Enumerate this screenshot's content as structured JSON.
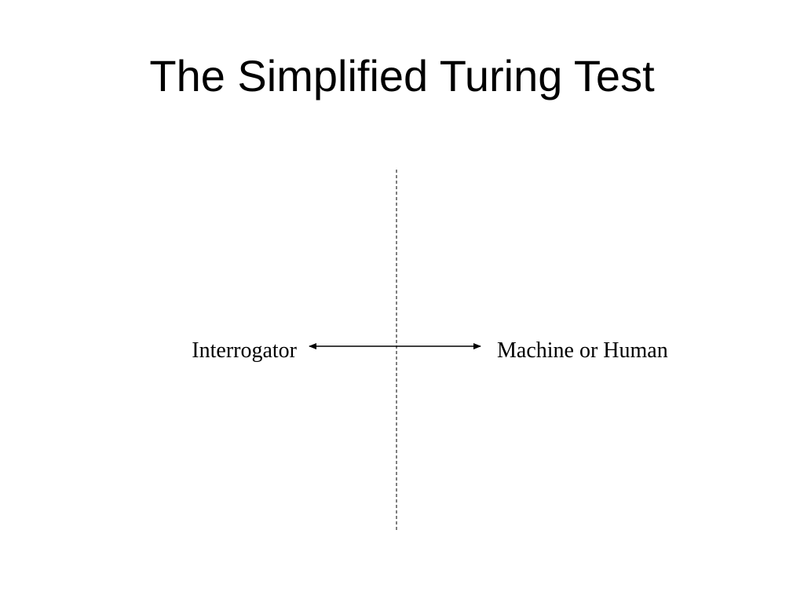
{
  "slide": {
    "title": "The Simplified Turing Test"
  },
  "diagram": {
    "left_node": "Interrogator",
    "right_node": "Machine or Human",
    "line_color": "#000000",
    "divider_color": "#555555"
  }
}
